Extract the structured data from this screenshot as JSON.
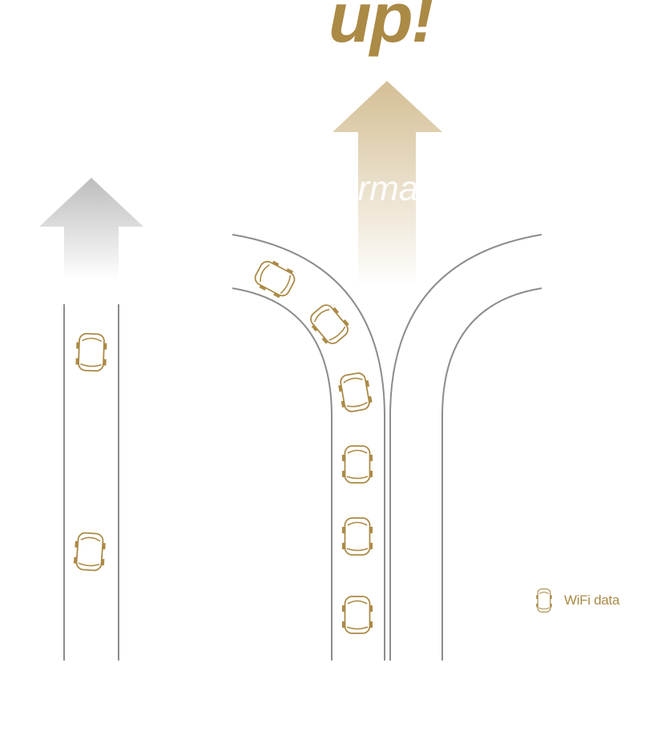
{
  "headline": "up!",
  "arrow_text": "orma",
  "legend": {
    "label": "WiFi data",
    "icon": "car-icon"
  },
  "colors": {
    "gold": "#ab8a46",
    "gold_light": "#d4bf95",
    "gray_arrow": "#bdbdbd",
    "road": "#8c8c8c",
    "background": "#ffffff"
  }
}
